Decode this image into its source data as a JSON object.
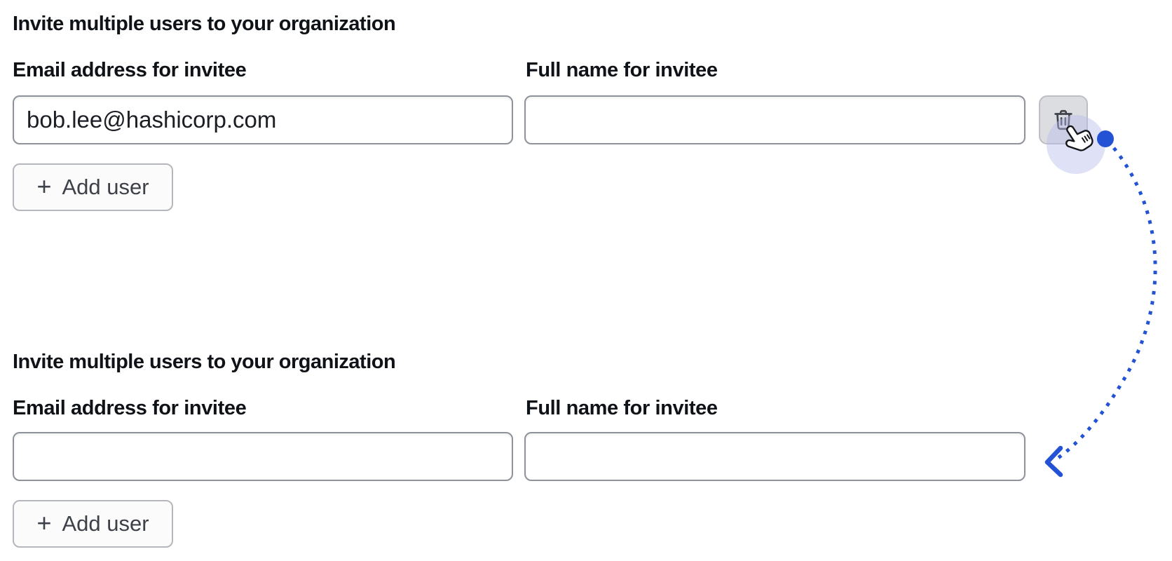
{
  "colors": {
    "accent_blue": "#2353d4",
    "halo_lavender": "#b9bdec",
    "input_border": "#8e929b",
    "text_primary": "#0f1318",
    "button_text": "#3d4048",
    "trash_button_bg": "#dcdde1"
  },
  "sections": [
    {
      "heading": "Invite multiple users to your organization",
      "email_field": {
        "label": "Email address for invitee",
        "value": "bob.lee@hashicorp.com"
      },
      "name_field": {
        "label": "Full name for invitee",
        "value": ""
      },
      "add_user_button": {
        "plus": "+",
        "label": "Add user"
      },
      "delete_button": {
        "icon": "trash-icon"
      }
    },
    {
      "heading": "Invite multiple users to your organization",
      "email_field": {
        "label": "Email address for invitee",
        "value": ""
      },
      "name_field": {
        "label": "Full name for invitee",
        "value": ""
      },
      "add_user_button": {
        "plus": "+",
        "label": "Add user"
      }
    }
  ],
  "annotation": {
    "cursor": "hand-pointer",
    "arrow_style": "dotted-curve-with-start-dot-and-left-arrowhead"
  }
}
